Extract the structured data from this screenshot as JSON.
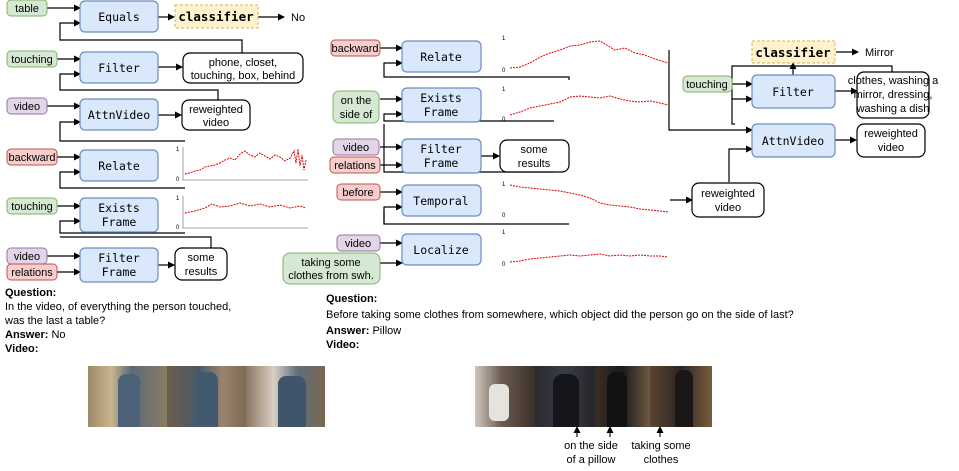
{
  "left": {
    "inputs": {
      "table": "table",
      "touching1": "touching",
      "video1": "video",
      "backward": "backward",
      "touching2": "touching",
      "video2": "video",
      "relations": "relations"
    },
    "modules": {
      "equals": "Equals",
      "filter": "Filter",
      "attnvideo": "AttnVideo",
      "relate": "Relate",
      "exists_frame": [
        "Exists",
        "Frame"
      ],
      "filter_frame": [
        "Filter",
        "Frame"
      ]
    },
    "classifier": "classifier",
    "answer_out": "No",
    "outputs": {
      "filter_out": [
        "phone, closet,",
        "touching, box, behind"
      ],
      "attn_out": [
        "reweighted",
        "video"
      ],
      "results": [
        "some",
        "results"
      ]
    },
    "plot_ticks": {
      "top": "1",
      "bottom": "0"
    },
    "question_label": "Question:",
    "question_lines": [
      "In the video, of everything the person touched,",
      "was the last a table?"
    ],
    "answer_label": "Answer:",
    "answer": "No",
    "video_label": "Video:"
  },
  "right": {
    "inputs": {
      "backward": "backward",
      "side_of": [
        "on the",
        "side of"
      ],
      "video": "video",
      "relations": "relations",
      "before": "before",
      "video2": "video",
      "taking": [
        "taking some",
        "clothes from swh."
      ],
      "touching": "touching"
    },
    "modules": {
      "relate": "Relate",
      "exists_frame": [
        "Exists",
        "Frame"
      ],
      "filter_frame": [
        "Filter",
        "Frame"
      ],
      "temporal": "Temporal",
      "localize": "Localize",
      "filter": "Filter",
      "attnvideo": "AttnVideo"
    },
    "classifier": "classifier",
    "answer_out": "Mirror",
    "outputs": {
      "results": [
        "some",
        "results"
      ],
      "reweighted1": [
        "reweighted",
        "video"
      ],
      "filter_out": [
        "clothes, washing a",
        "mirror, dressing,",
        "washing a dish"
      ],
      "reweighted2": [
        "reweighted",
        "video"
      ]
    },
    "plot_ticks": {
      "top": "1",
      "bottom": "0"
    },
    "question_label": "Question:",
    "question": "Before taking some clothes from somewhere, which object did the person go on the side of last?",
    "answer_label": "Answer:",
    "answer": "Pillow",
    "video_label": "Video:",
    "frame_annotations": [
      [
        "on the side",
        "of a pillow"
      ],
      [
        "taking some",
        "clothes"
      ]
    ]
  },
  "colors": {
    "module_fill": "#dae8fc",
    "module_stroke": "#6c8ebf",
    "green_fill": "#d5e8d4",
    "green_stroke": "#82b366",
    "purple_fill": "#e1d5e7",
    "purple_stroke": "#9673a6",
    "red_fill": "#f8cecc",
    "red_stroke": "#b85450",
    "classifier_fill": "#fff2cc",
    "classifier_stroke": "#d6b656",
    "curve": "#e00000"
  }
}
